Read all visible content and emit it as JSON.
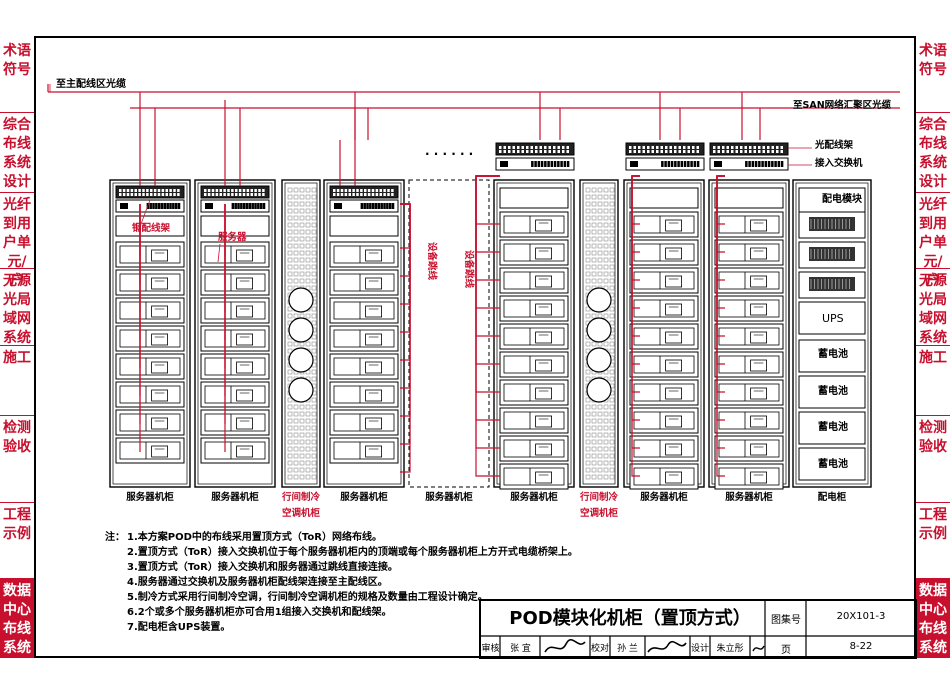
{
  "left_tabs": [
    {
      "label": "术语符号",
      "selected": false
    },
    {
      "label": "综合布线系统设计",
      "selected": false
    },
    {
      "label": "光纤到用户单元/户",
      "selected": false
    },
    {
      "label": "无源光局域网系统",
      "selected": false
    },
    {
      "label": "施工",
      "selected": false
    },
    {
      "label": "检测验收",
      "selected": false
    },
    {
      "label": "工程示例",
      "selected": false
    },
    {
      "label": "数据中心布线系统",
      "selected": true
    }
  ],
  "right_tabs": [
    {
      "label": "术语符号",
      "selected": false
    },
    {
      "label": "综合布线系统设计",
      "selected": false
    },
    {
      "label": "光纤到用户单元/户",
      "selected": false
    },
    {
      "label": "无源光局域网系统",
      "selected": false
    },
    {
      "label": "施工",
      "selected": false
    },
    {
      "label": "检测验收",
      "selected": false
    },
    {
      "label": "工程示例",
      "selected": false
    },
    {
      "label": "数据中心布线系统",
      "selected": true
    }
  ],
  "diagram": {
    "label_main_fiber": "至主配线区光缆",
    "label_san_fiber": "至SAN网络汇聚区光缆",
    "ellipsis": "· · · · · ·",
    "label_odf": "光配线架",
    "label_access_switch": "接入交换机",
    "label_copper_patch": "铜配线架",
    "label_server": "服务器",
    "label_jumper_1": "设备跳线",
    "label_jumper_2": "设备跳线",
    "label_power_module": "配电模块",
    "label_ups": "UPS",
    "label_battery": "蓄电池",
    "cabinet_labels": [
      "服务器机柜",
      "服务器机柜",
      "行间制冷",
      "服务器机柜",
      "服务器机柜",
      "服务器机柜",
      "行间制冷",
      "服务器机柜",
      "服务器机柜",
      "配电柜"
    ],
    "cooling_sublabel": "空调机柜"
  },
  "notes": {
    "prefix": "注：",
    "items": [
      "1.本方案POD中的布线采用置顶方式（ToR）网络布线。",
      "2.置顶方式（ToR）接入交换机位于每个服务器机柜内的顶端或每个服务器机柜上方开式电缆桥架上。",
      "3.置顶方式（ToR）接入交换机和服务器通过跳线直接连接。",
      "4.服务器通过交换机及服务器机柜配线架连接至主配线区。",
      "5.制冷方式采用行间制冷空调，行间制冷空调机柜的规格及数量由工程设计确定。",
      "6.2个或多个服务器机柜亦可合用1组接入交换机和配线架。",
      "7.配电柜含UPS装置。"
    ]
  },
  "title_block": {
    "title": "POD模块化机柜（置顶方式）",
    "atlas_label": "图集号",
    "atlas_no": "20X101-3",
    "page_label": "页",
    "page_no": "8-22",
    "review_label": "审核",
    "review_name": "张 宜",
    "check_label": "校对",
    "check_name": "孙 兰",
    "design_label": "设计",
    "design_name": "朱立彤"
  },
  "colors": {
    "red": "#c8102e",
    "black": "#000000",
    "gray": "#555555"
  }
}
